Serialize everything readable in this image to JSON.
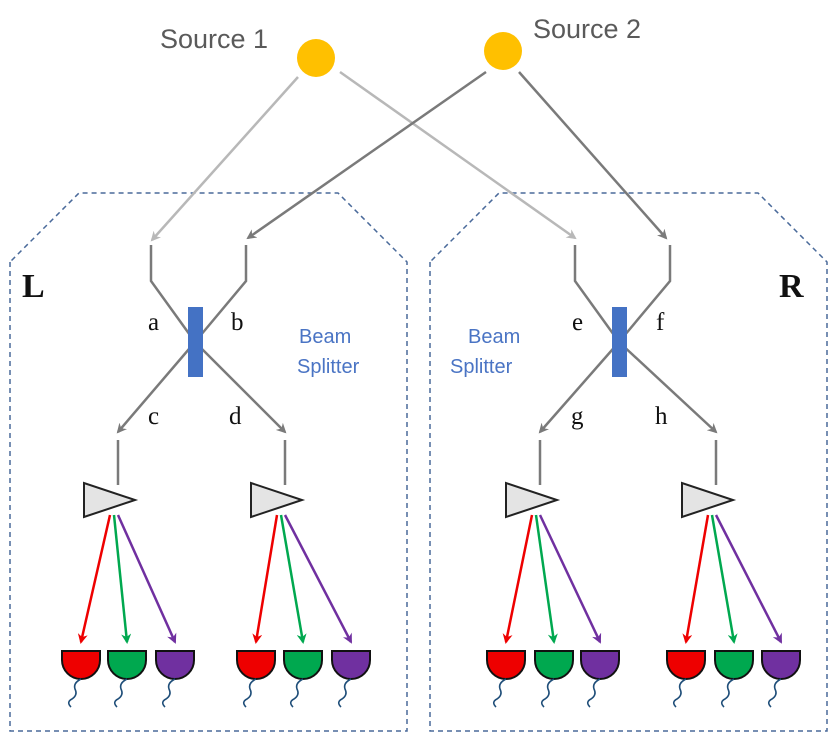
{
  "sources": [
    {
      "label": "Source 1"
    },
    {
      "label": "Source 2"
    }
  ],
  "regions": [
    {
      "label": "L",
      "ports": [
        "a",
        "b",
        "c",
        "d"
      ],
      "splitter_line1": "Beam",
      "splitter_line2": "Splitter"
    },
    {
      "label": "R",
      "ports": [
        "e",
        "f",
        "g",
        "h"
      ],
      "splitter_line1": "Beam",
      "splitter_line2": "Splitter"
    }
  ],
  "detector_colors": [
    "#ee0000",
    "#00a84f",
    "#7030a0"
  ],
  "colors": {
    "source": "#ffc000",
    "splitter": "#4472c4",
    "region_border": "#4a6a9a",
    "path_dark": "#7a7a7a",
    "path_light": "#b8b8b8"
  }
}
